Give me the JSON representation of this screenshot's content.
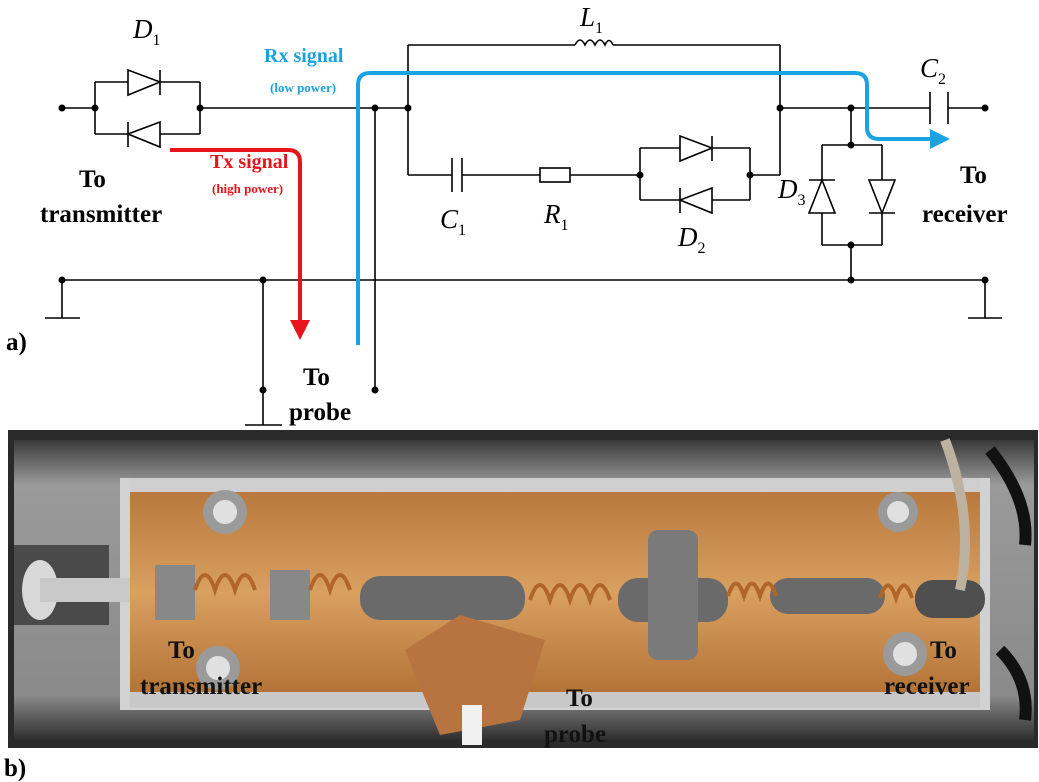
{
  "panel_a": {
    "label": "a)",
    "components": {
      "d1": {
        "letter": "D",
        "sub": "1"
      },
      "d2": {
        "letter": "D",
        "sub": "2"
      },
      "d3": {
        "letter": "D",
        "sub": "3"
      },
      "l1": {
        "letter": "L",
        "sub": "1"
      },
      "c1": {
        "letter": "C",
        "sub": "1"
      },
      "c2": {
        "letter": "C",
        "sub": "2"
      },
      "r1": {
        "letter": "R",
        "sub": "1"
      }
    },
    "rx_signal": {
      "title": "Rx signal",
      "note": "(low power)",
      "color": "#1aa3e0"
    },
    "tx_signal": {
      "title": "Tx signal",
      "note": "(high power)",
      "color": "#e8141b"
    },
    "to_transmitter": {
      "line1": "To",
      "line2": "transmitter"
    },
    "to_receiver": {
      "line1": "To",
      "line2": "receiver"
    },
    "to_probe": {
      "line1": "To",
      "line2": "probe"
    }
  },
  "panel_b": {
    "label": "b)",
    "photo_description_colors": {
      "board": "#c98a4a",
      "metal": "#a8a8a8",
      "frame": "#6b6b6b"
    },
    "to_transmitter": {
      "line1": "To",
      "line2": "transmitter"
    },
    "to_receiver": {
      "line1": "To",
      "line2": "receiver"
    },
    "to_probe": {
      "line1": "To",
      "line2": "probe"
    }
  }
}
